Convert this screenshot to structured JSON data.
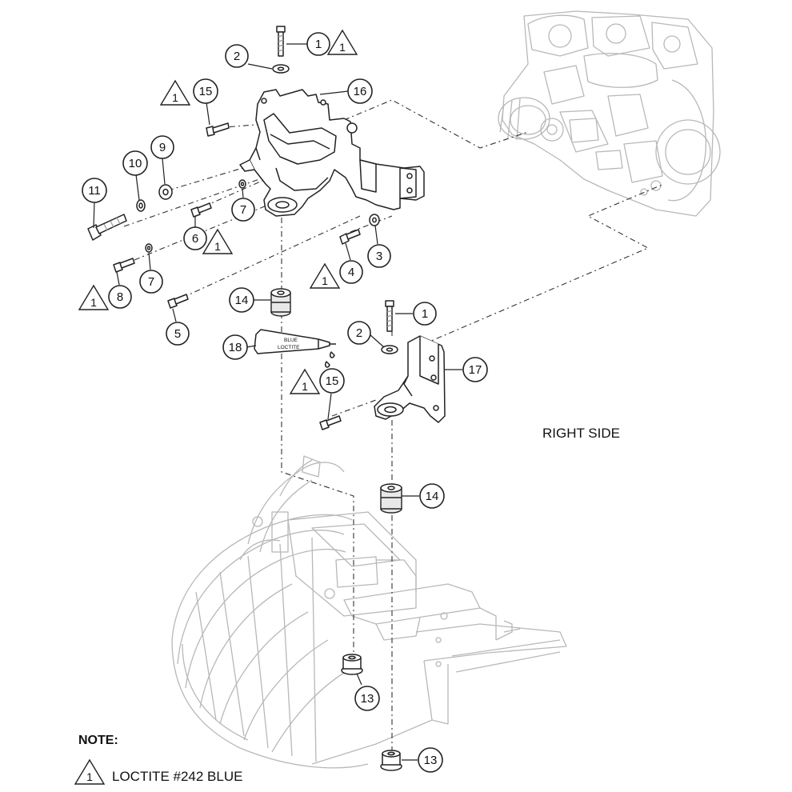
{
  "callouts": {
    "c1a": "1",
    "c2a": "2",
    "c16": "16",
    "c15a": "15",
    "c9": "9",
    "c10": "10",
    "c11": "11",
    "c7a": "7",
    "c6": "6",
    "c3": "3",
    "c4": "4",
    "c7b": "7",
    "c8": "8",
    "c5": "5",
    "c14a": "14",
    "c18": "18",
    "c1b": "1",
    "c2b": "2",
    "c17": "17",
    "c15b": "15",
    "c14b": "14",
    "c13a": "13",
    "c13b": "13"
  },
  "warning_marks": {
    "w1": "1",
    "w2": "1",
    "w3": "1",
    "w4": "1",
    "w5": "1",
    "w6": "1",
    "legend": "1"
  },
  "tube": {
    "line1": "BLUE",
    "line2": "LOCTITE"
  },
  "side_label": "RIGHT SIDE",
  "note": {
    "title": "NOTE:",
    "legend_text": "LOCTITE #242 BLUE"
  },
  "colors": {
    "line": "#222222",
    "ghost": "#b8b8b8",
    "background": "#ffffff"
  }
}
